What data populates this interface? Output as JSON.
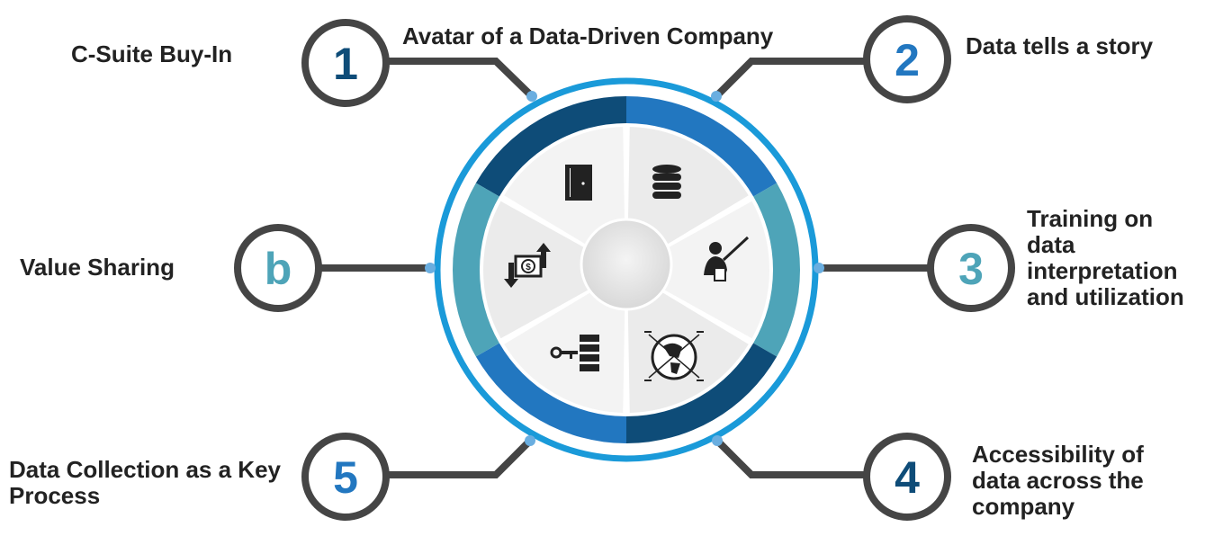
{
  "title": "Avatar of a Data-Driven Company",
  "steps": [
    {
      "number": "1",
      "label": "C-Suite Buy-In",
      "icon": "door-icon"
    },
    {
      "number": "2",
      "label": "Data tells a story",
      "icon": "database-icon"
    },
    {
      "number": "3",
      "label": "Training on data interpretation and utilization",
      "icon": "presenter-icon"
    },
    {
      "number": "4",
      "label": "Accessibility of data across the company",
      "icon": "globe-network-icon"
    },
    {
      "number": "5",
      "label": "Data Collection as a Key Process",
      "icon": "key-server-icon"
    },
    {
      "number": "b",
      "label": "Value Sharing",
      "icon": "money-exchange-icon"
    }
  ],
  "colors": {
    "dark_blue": "#0e4c78",
    "mid_blue": "#2277c0",
    "teal": "#4ea4b8",
    "outer_ring": "#1a9ad9",
    "dot": "#6aaee0",
    "connector": "#454545",
    "text": "#222222"
  }
}
